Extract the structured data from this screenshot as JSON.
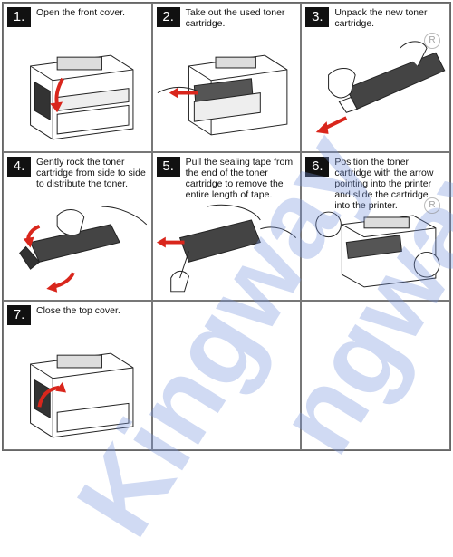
{
  "steps": [
    {
      "num": "1.",
      "text": "Open the front cover."
    },
    {
      "num": "2.",
      "text": "Take out the used toner cartridge."
    },
    {
      "num": "3.",
      "text": "Unpack the new toner cartridge."
    },
    {
      "num": "4.",
      "text": "Gently rock the toner cartridge from side to side to distribute the toner."
    },
    {
      "num": "5.",
      "text": "Pull the sealing tape from the end of the toner cartridge to remove the entire length of tape."
    },
    {
      "num": "6.",
      "text": "Position the toner cartridge with the arrow pointing into the printer and slide the cartridge into the printer."
    },
    {
      "num": "7.",
      "text": "Close the top cover."
    }
  ],
  "watermark": {
    "word1": "Kingway",
    "word2": "ngway",
    "reg": "R"
  },
  "colors": {
    "arrow": "#d9261c",
    "label_bg": "#111111",
    "watermark": "#7896dc"
  }
}
